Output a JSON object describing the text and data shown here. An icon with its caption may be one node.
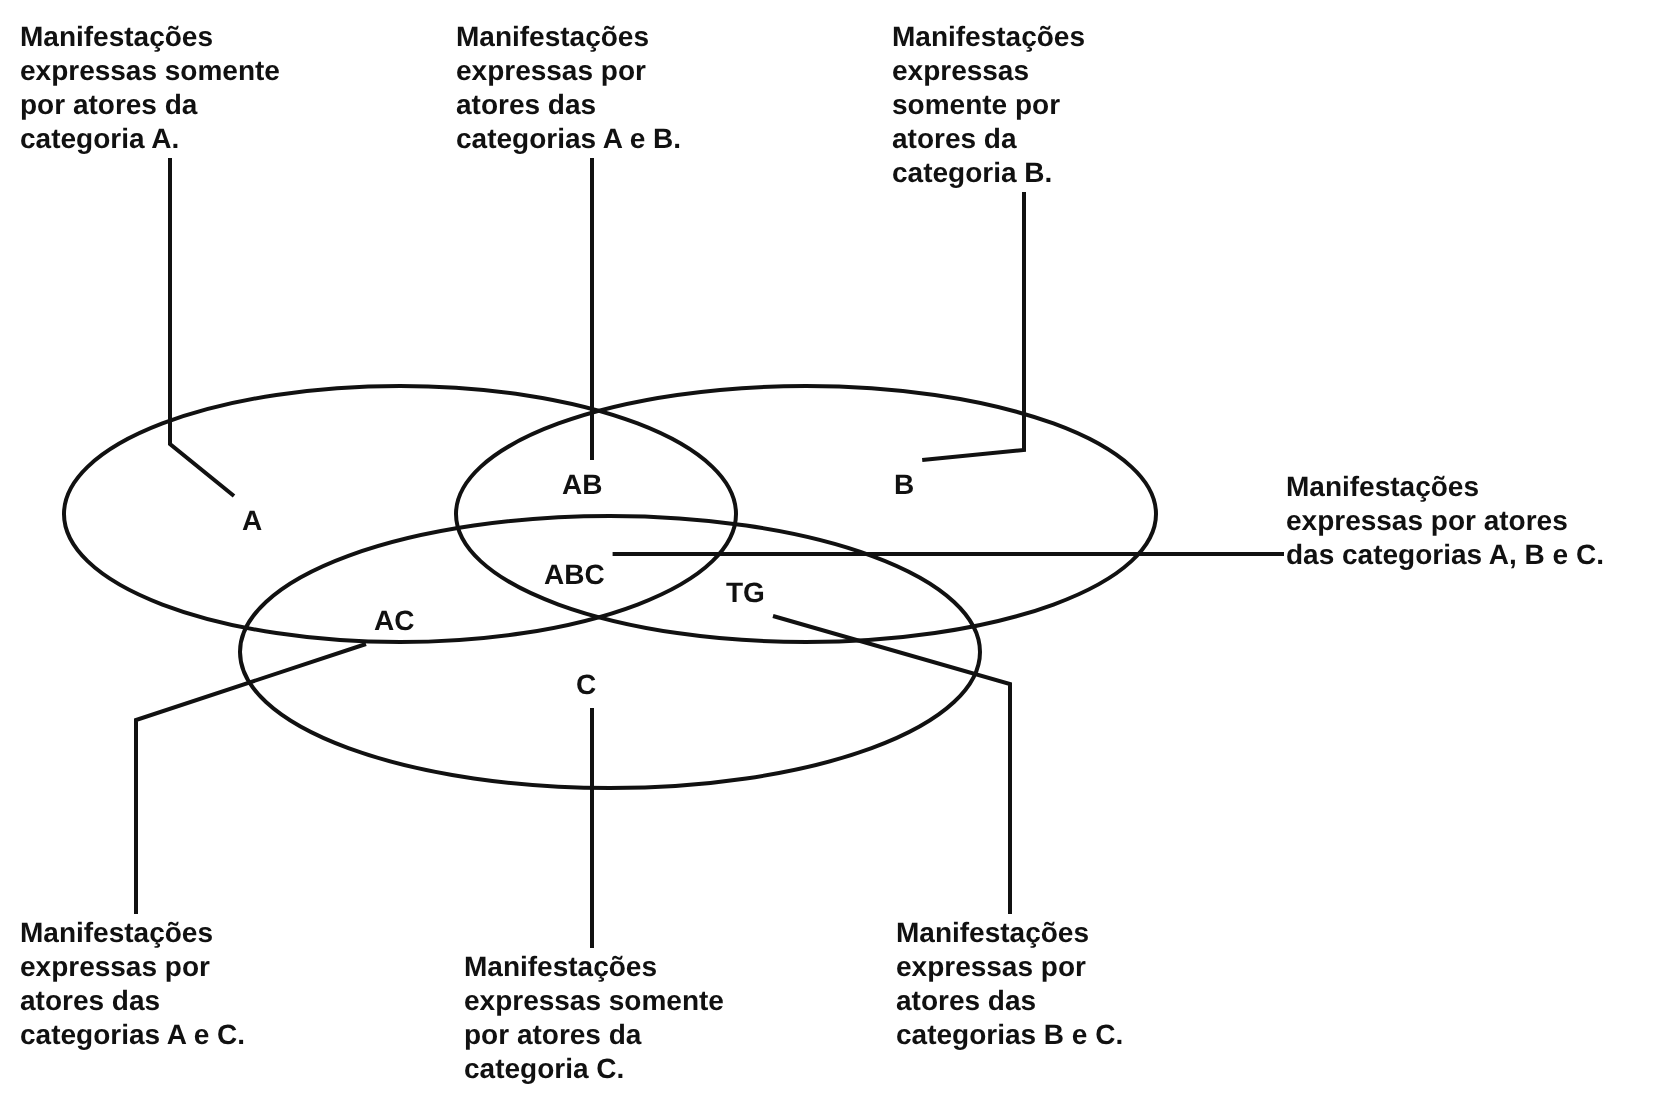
{
  "diagram": {
    "nodes": [
      {
        "text": [
          "Manifestações expressas somente por atores da categoria A."
        ]
      },
      {
        "text": [
          "Manifestações expressas por atores das categorias A e B."
        ]
      },
      {
        "text": [
          "Manifestações expressas somente por atores da categoria B."
        ]
      },
      {
        "text": [
          "A"
        ]
      },
      {
        "text": [
          "AB"
        ]
      },
      {
        "text": [
          "B"
        ]
      },
      {
        "text": [
          "Manifestações expressas por atores das categorias A, B e C."
        ]
      },
      {
        "text": [
          "ABC"
        ]
      },
      {
        "text": [
          "AC"
        ]
      },
      {
        "text": [
          "TG"
        ]
      },
      {
        "text": [
          "C"
        ]
      },
      {
        "text": [
          "Manifestações expressas por atores das categorias A e C."
        ]
      },
      {
        "text": [
          "Manifestações expressas somente por atores da categoria C."
        ]
      },
      {
        "text": [
          "Manifestações expressas por atores das categorias B e C."
        ]
      }
    ],
    "edges": [
      {
        "from": 0,
        "to": 3,
        "arrow": "none"
      },
      {
        "from": 1,
        "to": 4,
        "arrow": "none"
      },
      {
        "from": 2,
        "to": 5,
        "arrow": "none"
      },
      {
        "from": 6,
        "to": 7,
        "arrow": "none"
      },
      {
        "from": 11,
        "to": 8,
        "arrow": "none"
      },
      {
        "from": 12,
        "to": 10,
        "arrow": "none"
      },
      {
        "from": 13,
        "to": 9,
        "arrow": "none"
      }
    ]
  }
}
